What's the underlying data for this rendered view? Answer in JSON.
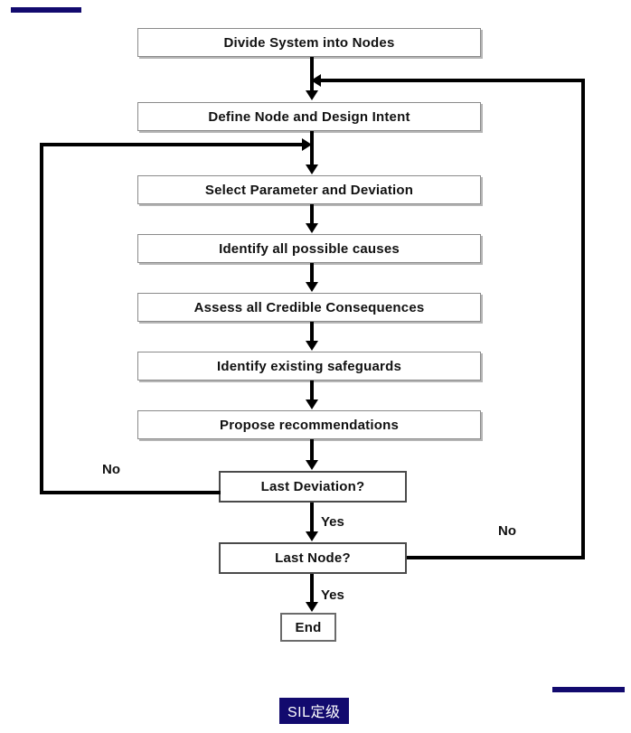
{
  "diagram": {
    "title": "HAZOP Study Procedure Flowchart",
    "type": "flowchart",
    "colors": {
      "accent_navy": "#120a6e",
      "box_border": "#8a8a8a",
      "decision_border": "#4a4a4a",
      "connector": "#000000",
      "background": "#ffffff",
      "text": "#111111",
      "caption_text": "#ffffff"
    },
    "nodes": [
      {
        "id": "n1",
        "label": "Divide System into Nodes",
        "shape": "process"
      },
      {
        "id": "n2",
        "label": "Define Node and Design Intent",
        "shape": "process"
      },
      {
        "id": "n3",
        "label": "Select Parameter and Deviation",
        "shape": "process"
      },
      {
        "id": "n4",
        "label": "Identify all possible causes",
        "shape": "process"
      },
      {
        "id": "n5",
        "label": "Assess all Credible Consequences",
        "shape": "process"
      },
      {
        "id": "n6",
        "label": "Identify existing safeguards",
        "shape": "process"
      },
      {
        "id": "n7",
        "label": "Propose recommendations",
        "shape": "process"
      },
      {
        "id": "n8",
        "label": "Last Deviation?",
        "shape": "decision"
      },
      {
        "id": "n9",
        "label": "Last Node?",
        "shape": "decision"
      },
      {
        "id": "n10",
        "label": "End",
        "shape": "terminator"
      }
    ],
    "edge_labels": {
      "deviation_no": "No",
      "deviation_yes": "Yes",
      "node_no": "No",
      "node_yes": "Yes"
    },
    "edges": [
      {
        "from": "n1",
        "to": "n2",
        "label": ""
      },
      {
        "from": "n2",
        "to": "n3",
        "label": ""
      },
      {
        "from": "n3",
        "to": "n4",
        "label": ""
      },
      {
        "from": "n4",
        "to": "n5",
        "label": ""
      },
      {
        "from": "n5",
        "to": "n6",
        "label": ""
      },
      {
        "from": "n6",
        "to": "n7",
        "label": ""
      },
      {
        "from": "n7",
        "to": "n8",
        "label": ""
      },
      {
        "from": "n8",
        "to": "n3",
        "label": "No"
      },
      {
        "from": "n8",
        "to": "n9",
        "label": "Yes"
      },
      {
        "from": "n9",
        "to": "n2",
        "label": "No"
      },
      {
        "from": "n9",
        "to": "n10",
        "label": "Yes"
      }
    ]
  },
  "caption": {
    "text": "SIL定级"
  }
}
